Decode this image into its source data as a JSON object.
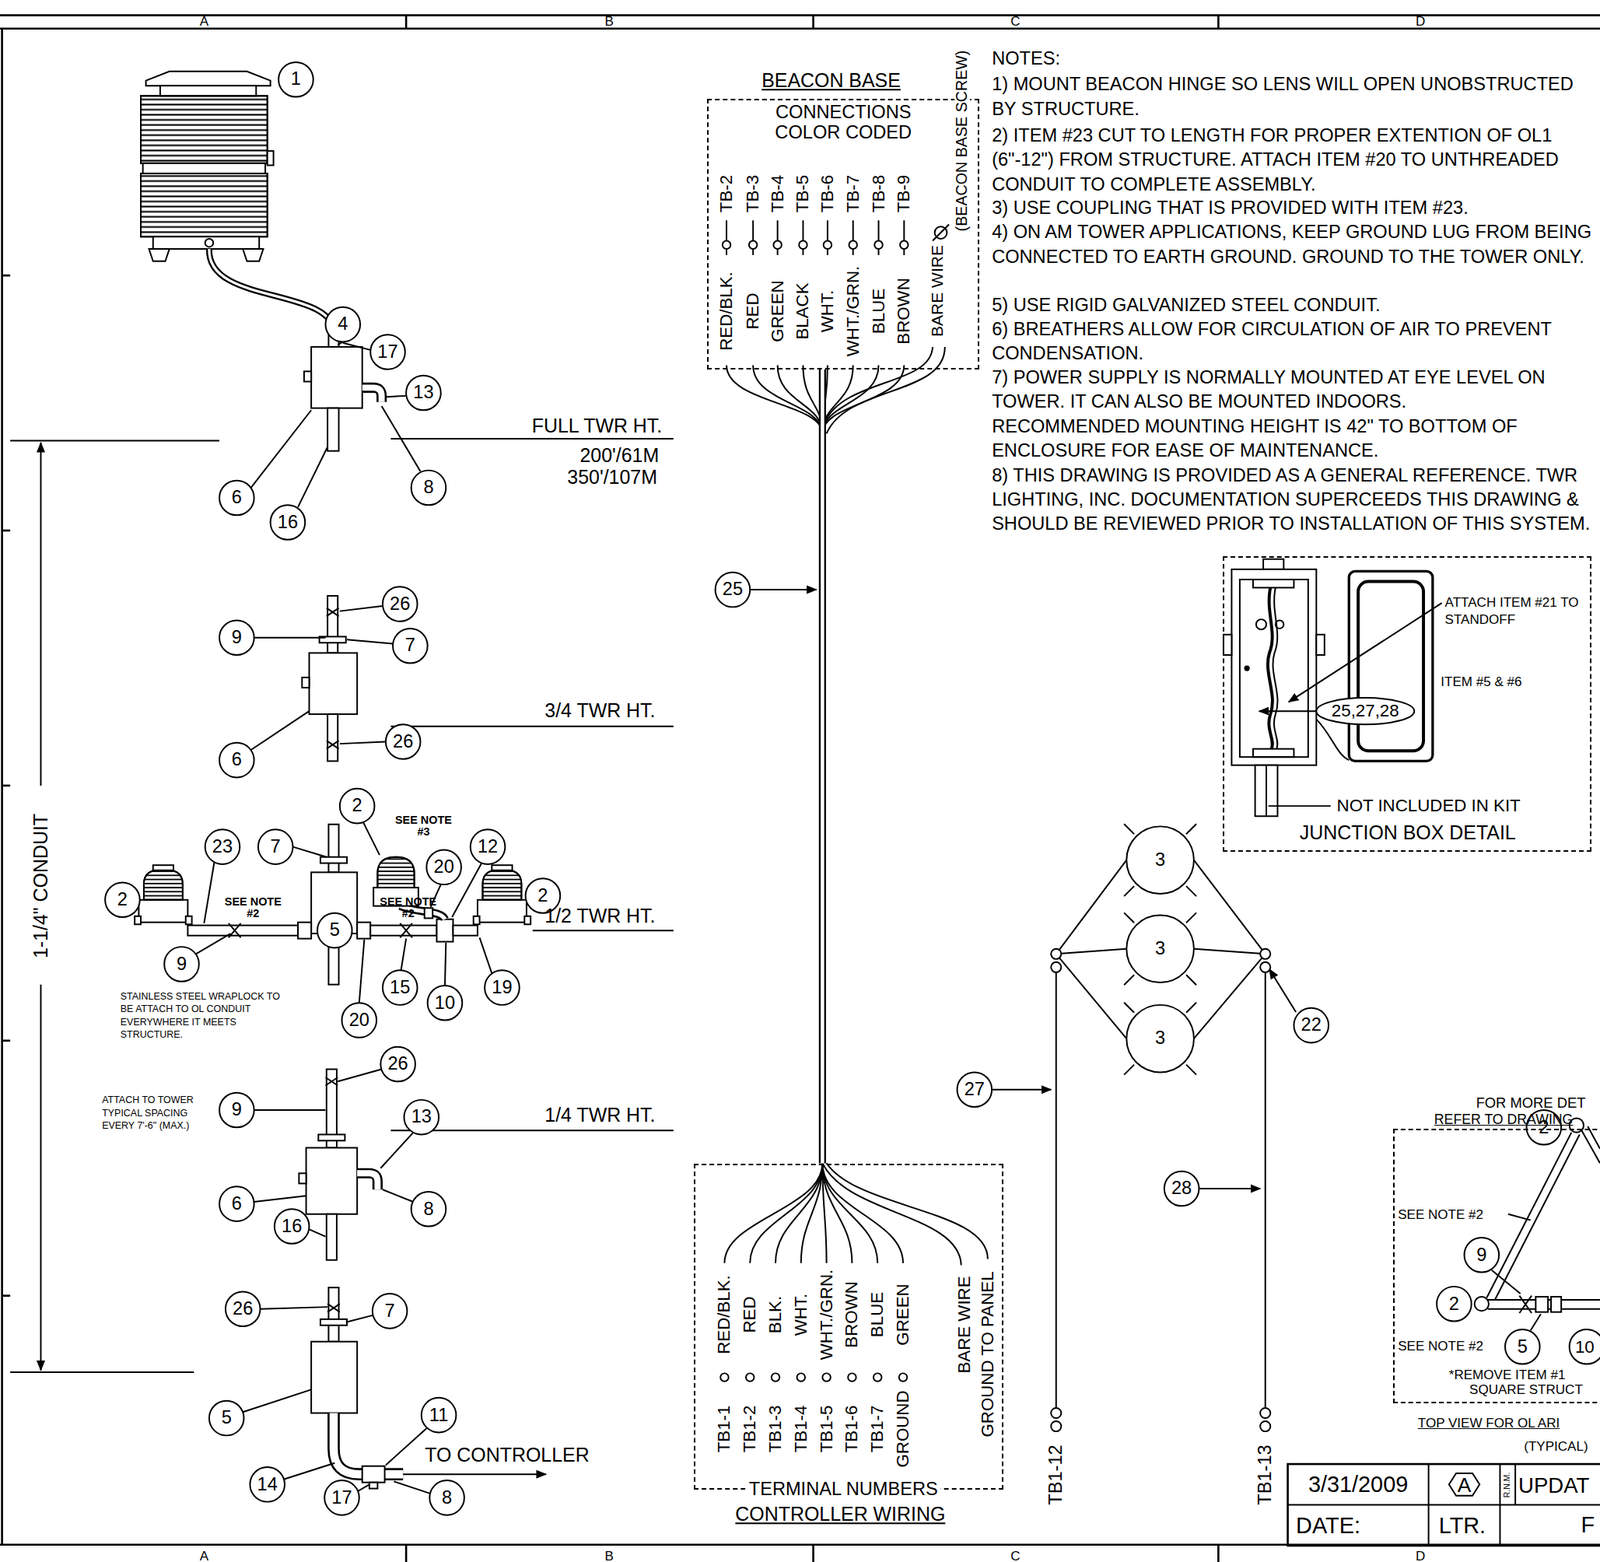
{
  "diagram": {
    "nodes": [
      {
        "text": [
          "BEACON BASE",
          "CONNECTIONS COLOR CODED"
        ]
      },
      {
        "text": [
          "TERMINAL NUMBERS",
          "CONTROLLER WIRING"
        ]
      },
      {
        "text": [
          "JUNCTION BOX DETAIL"
        ]
      },
      {
        "text": [
          "FOR MORE DET",
          "REFER TO DRAWING",
          "TOP VIEW FOR OL ARI",
          "(TYPICAL)"
        ]
      }
    ],
    "edges": [
      {
        "from": 0,
        "to": 1,
        "arrow": "none"
      }
    ],
    "labels": [
      "A",
      "B",
      "C",
      "D",
      "1",
      "4",
      "17",
      "13",
      "FULL TWR HT.",
      "200'/61M",
      "350'/107M",
      "8",
      "6",
      "16",
      "26",
      "9",
      "7",
      "3/4 TWR HT.",
      "26",
      "6",
      "1-1/4\" CONDUIT",
      "2",
      "SEE NOTE #3",
      "7",
      "23",
      "12",
      "20",
      "2",
      "2",
      "SEE NOTE #2",
      "SEE NOTE #2",
      "5",
      "1/2 TWR HT.",
      "9",
      "15",
      "19",
      "10",
      "STAINLESS STEEL WRAPLOCK TO BE ATTACH TO OL CONDUIT EVERYWHERE IT MEETS STRUCTURE.",
      "20",
      "26",
      "ATTACH TO TOWER TYPICAL SPACING EVERY 7'-6\" (MAX.)",
      "9",
      "1/4 TWR HT.",
      "13",
      "6",
      "8",
      "16",
      "26",
      "7",
      "5",
      "11",
      "TO CONTROLLER",
      "14",
      "17",
      "8",
      "TB-2",
      "TB-3",
      "TB-4",
      "TB-5",
      "TB-6",
      "TB-7",
      "TB-8",
      "TB-9",
      "(BEACON BASE SCREW)",
      "RED/BLK.",
      "RED",
      "GREEN",
      "BLACK",
      "WHT.",
      "WHT./GRN.",
      "BLUE",
      "BROWN",
      "BARE WIRE",
      "25",
      "NOTES:",
      "1) MOUNT BEACON HINGE SO LENS WILL OPEN UNOBSTRUCTED BY STRUCTURE.",
      "2) ITEM #23 CUT TO LENGTH FOR PROPER EXTENTION OF OL1 (6\"-12\") FROM STRUCTURE. ATTACH ITEM #20 TO UNTHREADED CONDUIT TO COMPLETE ASSEMBLY.",
      "3) USE COUPLING THAT IS PROVIDED WITH ITEM #23.",
      "4) ON AM TOWER APPLICATIONS, KEEP GROUND LUG FROM BEING CONNECTED TO EARTH GROUND. GROUND TO THE TOWER ONLY.",
      "5) USE RIGID GALVANIZED STEEL CONDUIT.",
      "6) BREATHERS ALLOW FOR CIRCULATION OF AIR TO PREVENT CONDENSATION.",
      "7) POWER SUPPLY IS NORMALLY MOUNTED AT EYE LEVEL ON TOWER. IT CAN ALSO BE MOUNTED INDOORS.",
      "RECOMMENDED MOUNTING HEIGHT IS 42\" TO BOTTOM OF ENCLOSURE FOR EASE OF MAINTENANCE.",
      "8) THIS DRAWING IS PROVIDED AS A GENERAL REFERENCE. TWR LIGHTING, INC. DOCUMENTATION SUPERCEEDS THIS DRAWING & SHOULD BE REVIEWED PRIOR TO INSTALLATION OF THIS SYSTEM.",
      "ATTACH ITEM #21 TO STANDOFF",
      "ITEM #5 & #6",
      "25,27,28",
      "NOT INCLUDED IN KIT",
      "3",
      "3",
      "3",
      "22",
      "27",
      "28",
      "RED/BLK.",
      "RED",
      "BLK.",
      "WHT.",
      "WHT./GRN.",
      "BROWN",
      "BLUE",
      "GREEN",
      "BARE WIRE",
      "GROUND TO PANEL",
      "TB1-1",
      "TB1-2",
      "TB1-3",
      "TB1-4",
      "TB1-5",
      "TB1-6",
      "TB1-7",
      "GROUND",
      "TB1-12",
      "TB1-13",
      "2",
      "SEE NOTE #2",
      "9",
      "2",
      "SEE NOTE #2",
      "5",
      "10",
      "*REMOVE ITEM #1",
      "SQUARE STRUCT",
      "3/31/2009",
      "A",
      "R.N.M.",
      "UPDAT",
      "DATE:",
      "LTR.",
      "F",
      "A",
      "B",
      "C",
      "D"
    ]
  }
}
